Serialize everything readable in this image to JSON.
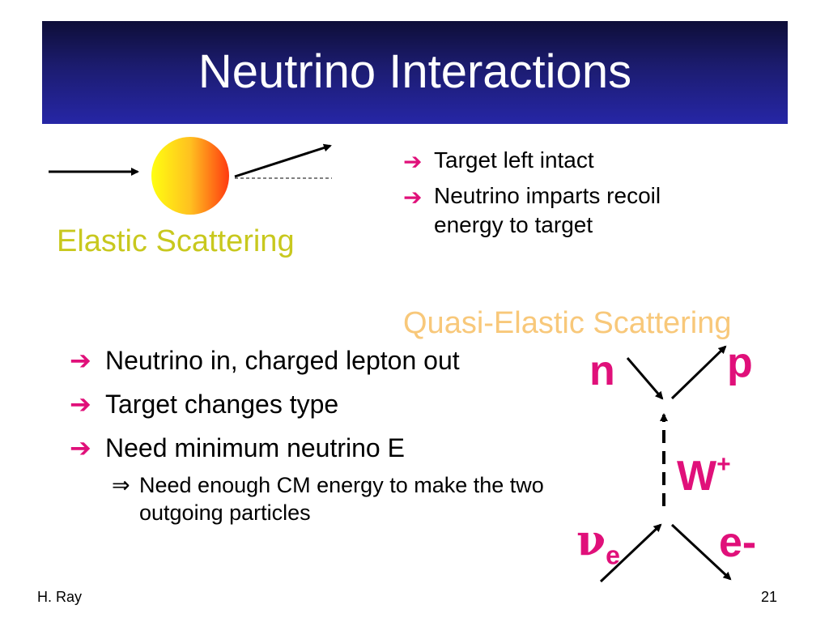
{
  "slide": {
    "title": "Neutrino Interactions",
    "footer_author": "H. Ray",
    "page_number": "21"
  },
  "elastic": {
    "label": "Elastic Scattering",
    "label_color": "#c8c81e",
    "bullets": [
      "Target left intact",
      "Neutrino imparts recoil energy to target"
    ]
  },
  "quasi_elastic": {
    "label": "Quasi-Elastic Scattering",
    "label_color": "#f8c87a",
    "bullets": [
      "Neutrino in, charged lepton out",
      "Target changes type",
      "Need minimum neutrino E"
    ],
    "sub_bullet": "Need enough CM energy to make the two outgoing particles"
  },
  "feynman": {
    "in_target": "n",
    "out_target": "p",
    "boson": "W",
    "boson_charge": "+",
    "in_lepton": "ν",
    "in_lepton_sub": "e",
    "out_lepton": "e-",
    "particle_color": "#e0107a"
  },
  "colors": {
    "accent": "#e0107a",
    "title_bar": "#1c1c70"
  },
  "icons": {
    "bullet": "arrow-right-icon",
    "sub_bullet": "implies-icon"
  }
}
